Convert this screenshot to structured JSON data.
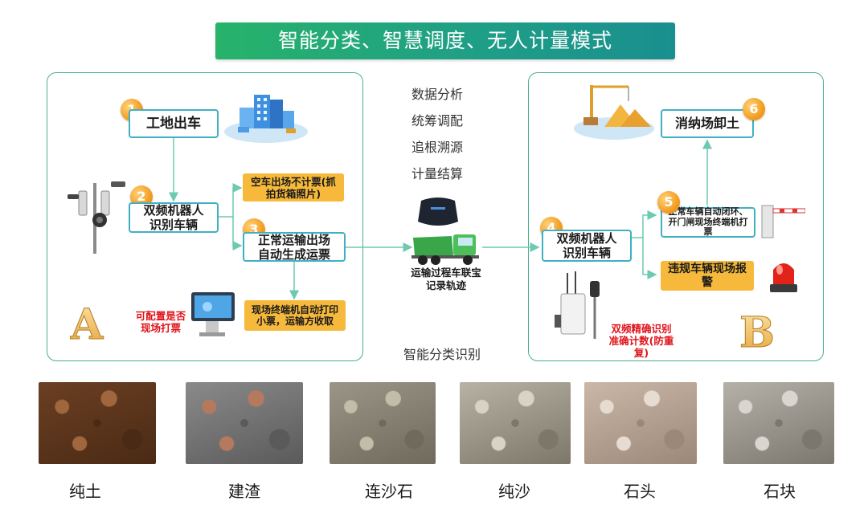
{
  "title": "智能分类、智慧调度、无人计量模式",
  "center": {
    "items": [
      "数据分析",
      "统筹调配",
      "追根溯源",
      "计量结算"
    ],
    "truck_caption": "运输过程车联宝记录轨迹",
    "bottom_label": "智能分类识别"
  },
  "panel_a": {
    "letter": "A",
    "step1": {
      "num": "1",
      "label": "工地出车"
    },
    "step2": {
      "num": "2",
      "label": "双频机器人识别车辆"
    },
    "empty": "空车出场不计票(抓拍货箱照片)",
    "step3": {
      "num": "3",
      "label": "正常运输出场自动生成运票"
    },
    "terminal": "现场终端机自动打印小票，运输方收取",
    "note": "可配置是否现场打票"
  },
  "panel_b": {
    "letter": "B",
    "step4": {
      "num": "4",
      "label": "双频机器人识别车辆"
    },
    "step5": {
      "num": "5",
      "label": "正常车辆自动闭环、开门闸现场终端机打票"
    },
    "step6": {
      "num": "6",
      "label": "消纳场卸土"
    },
    "alarm": "违规车辆现场报警",
    "note": "双频精确识别准确计数(防重复)"
  },
  "materials": [
    {
      "label": "纯土",
      "colors": [
        "#6b3f22",
        "#a0663d",
        "#4a2a15"
      ]
    },
    {
      "label": "建渣",
      "colors": [
        "#8a8a8a",
        "#b57a5e",
        "#5a5a5a"
      ]
    },
    {
      "label": "连沙石",
      "colors": [
        "#9a9586",
        "#c2bca9",
        "#6f6a5c"
      ]
    },
    {
      "label": "纯沙",
      "colors": [
        "#b8b2a4",
        "#d8d3c6",
        "#7d776a"
      ]
    },
    {
      "label": "石头",
      "colors": [
        "#c9b7a8",
        "#e6dcd2",
        "#9c8878"
      ]
    },
    {
      "label": "石块",
      "colors": [
        "#b5b1a8",
        "#d9d6cf",
        "#7c776e"
      ]
    }
  ],
  "colors": {
    "banner": "#27b36a",
    "accent_blue": "#3fb0c4",
    "step_orange": "#f6b93b",
    "alert_red": "#e0121a"
  }
}
